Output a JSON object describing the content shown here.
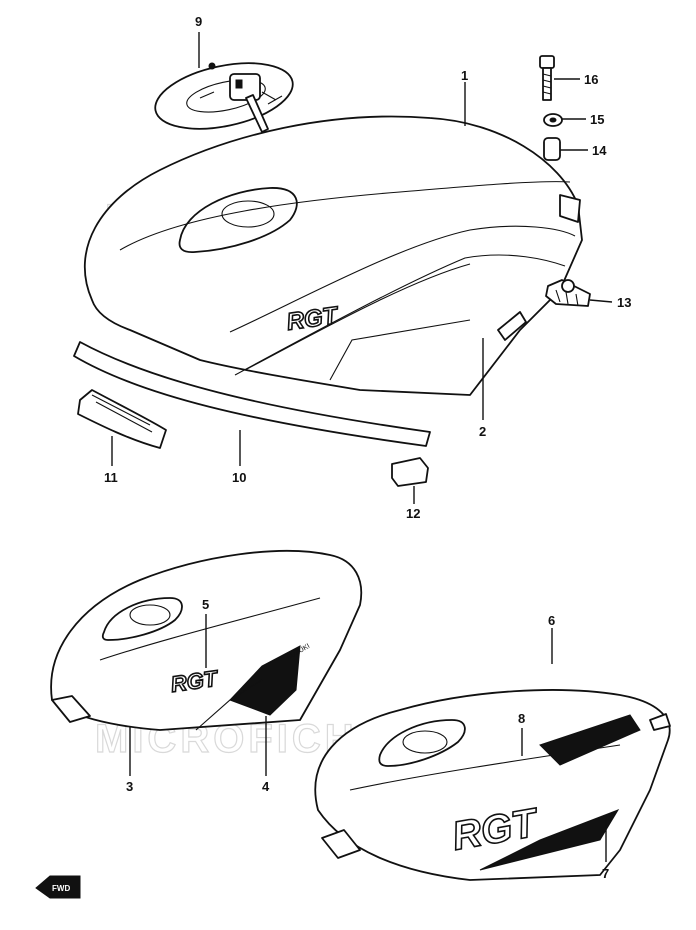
{
  "watermark": "MICROFICHES.NET",
  "logo_text": "RGT",
  "decal_small_text": "SUZUKI",
  "fwd_label": "FWD",
  "callouts": {
    "c1": "1",
    "c2": "2",
    "c3": "3",
    "c4": "4",
    "c5": "5",
    "c6": "6",
    "c7": "7",
    "c8": "8",
    "c9": "9",
    "c10": "10",
    "c11": "11",
    "c12": "12",
    "c13": "13",
    "c14": "14",
    "c15": "15",
    "c16": "16"
  }
}
